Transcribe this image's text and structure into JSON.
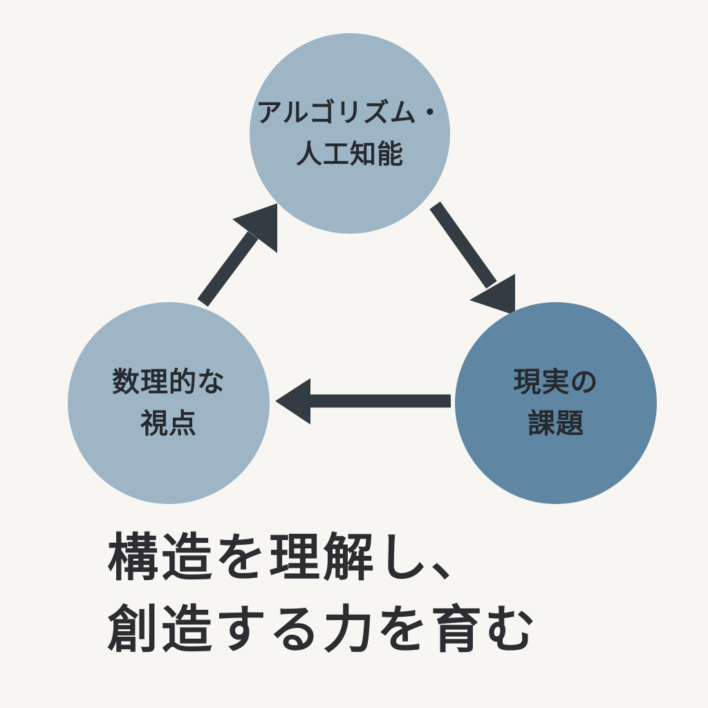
{
  "nodes": {
    "top": {
      "lines": [
        "アルゴリズム・",
        "人工知能"
      ]
    },
    "left": {
      "lines": [
        "数理的な",
        "視点"
      ]
    },
    "right": {
      "lines": [
        "現実の",
        "課題"
      ]
    }
  },
  "caption": {
    "lines": [
      "構造を理解し、",
      "創造する力を育む"
    ]
  },
  "colors": {
    "background": "#f8f6f2",
    "node_light": "#9db5c5",
    "node_dark": "#5f86a2",
    "arrow": "#333c42",
    "text": "#26292d"
  }
}
